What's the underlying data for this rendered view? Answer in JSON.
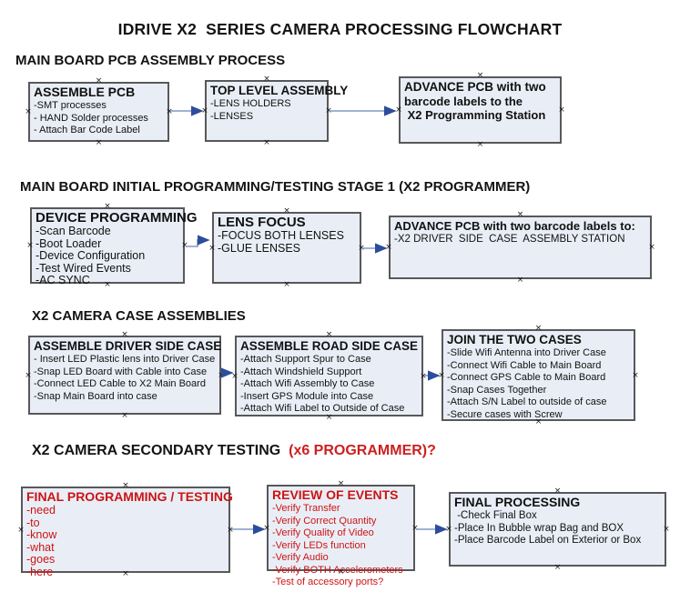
{
  "title": "IDRIVE X2  SERIES CAMERA PROCESSING FLOWCHART",
  "sections": [
    {
      "header": "MAIN BOARD PCB ASSEMBLY PROCESS"
    },
    {
      "header": "MAIN BOARD INITIAL PROGRAMMING/TESTING STAGE 1 (X2 PROGRAMMER)"
    },
    {
      "header": "X2 CAMERA CASE ASSEMBLIES"
    },
    {
      "header_black": "X2 CAMERA SECONDARY TESTING  ",
      "header_red": "(x6 PROGRAMMER)?"
    }
  ],
  "boxes": [
    {
      "title": "ASSEMBLE PCB",
      "lines": [
        "-SMT processes",
        "- HAND Solder processes",
        "- Attach Bar Code Label"
      ]
    },
    {
      "title": "TOP LEVEL ASSEMBLY",
      "lines": [
        "-LENS HOLDERS",
        "-LENSES"
      ]
    },
    {
      "title": "ADVANCE PCB with two",
      "lines": [
        "barcode labels to the",
        " X2 Programming Station"
      ]
    },
    {
      "title": "DEVICE PROGRAMMING",
      "lines": [
        "-Scan Barcode",
        "-Boot Loader",
        "-Device Configuration",
        "-Test Wired Events",
        "-AC SYNC"
      ]
    },
    {
      "title": "LENS FOCUS",
      "lines": [
        "-FOCUS BOTH LENSES",
        "-GLUE LENSES"
      ]
    },
    {
      "title": "ADVANCE PCB with two barcode labels to:",
      "lines": [
        "-X2 DRIVER  SIDE  CASE  ASSEMBLY STATION"
      ]
    },
    {
      "title": "ASSEMBLE DRIVER SIDE CASE",
      "lines": [
        "- Insert LED Plastic lens into Driver Case",
        "-Snap LED Board with Cable into Case",
        "-Connect LED Cable to X2 Main Board",
        "-Snap Main Board into case"
      ]
    },
    {
      "title": "ASSEMBLE ROAD SIDE CASE",
      "lines": [
        "-Attach Support Spur to Case",
        "-Attach Windshield Support",
        "-Attach Wifi Assembly to Case",
        "-Insert GPS Module into Case",
        "-Attach Wifi Label to Outside of Case"
      ]
    },
    {
      "title": "JOIN THE TWO CASES",
      "lines": [
        "-Slide Wifi Antenna into Driver Case",
        "-Connect Wifi Cable to Main Board",
        "-Connect GPS Cable to Main Board",
        "-Snap Cases Together",
        "-Attach S/N Label to outside of case",
        "-Secure cases with Screw"
      ]
    },
    {
      "title": "FINAL PROGRAMMING / TESTING",
      "lines": [
        "-need",
        "-to",
        "-know",
        "-what",
        "-goes",
        "-here"
      ]
    },
    {
      "title": "REVIEW OF EVENTS",
      "lines": [
        "-Verify Transfer",
        "-Verify Correct Quantity",
        "-Verify Quality of Video",
        "-Verify LEDs function",
        "-Verify Audio",
        "-Verify BOTH Accelerometers",
        "-Test of accessory ports?"
      ]
    },
    {
      "title": "FINAL PROCESSING",
      "lines": [
        " -Check Final Box",
        "-Place In Bubble wrap Bag and BOX",
        "-Place Barcode Label on Exterior or Box"
      ]
    }
  ],
  "colors": {
    "box_fill": "#e9eef6",
    "box_border": "#58585a",
    "arrow_line": "#8099c7",
    "arrow_head": "#2c4d9b",
    "red_text": "#cc1414"
  }
}
